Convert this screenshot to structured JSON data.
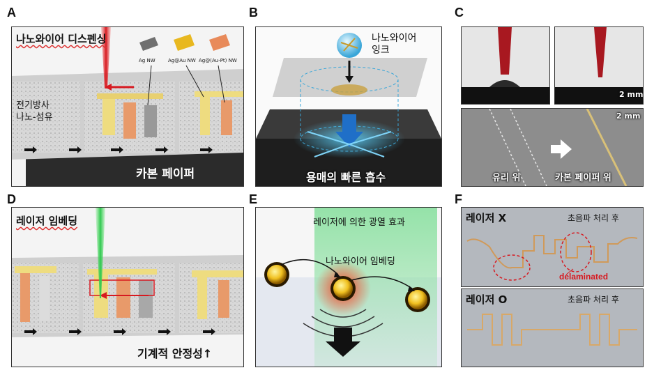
{
  "panels": {
    "A": {
      "letter": "A",
      "title": "나노와이어 디스펜싱",
      "labels": [
        "Ag NW",
        "Ag@Au NW",
        "Ag@(Au-Pt) NW"
      ],
      "fiber_label": [
        "전기방사",
        "나노-섬유"
      ],
      "paper_label": "카본 페이퍼",
      "colors": {
        "ag": "#7a7a7a",
        "au": "#e8b820",
        "pt": "#e88a5a",
        "laser": "#d71920"
      }
    },
    "B": {
      "letter": "B",
      "ink_label": [
        "나노와이어",
        "잉크"
      ],
      "bottom_label": "용매의 빠른 흡수"
    },
    "C": {
      "letter": "C",
      "scale1": "2 mm",
      "scale2": "2 mm",
      "glass_label": "유리 위",
      "carbon_label": "카본 페이퍼 위"
    },
    "D": {
      "letter": "D",
      "title": "레이저 임베딩",
      "bottom_label": "기계적 안정성↑"
    },
    "E": {
      "letter": "E",
      "top_label": "레이저에 의한 광열 효과",
      "mid_label": "나노와이어 임베딩"
    },
    "F": {
      "letter": "F",
      "top": {
        "title": "레이저 X",
        "note": "초음파 처리 후",
        "delam": "delaminated"
      },
      "bottom": {
        "title": "레이저 O",
        "note": "초음파 처리 후"
      }
    }
  }
}
